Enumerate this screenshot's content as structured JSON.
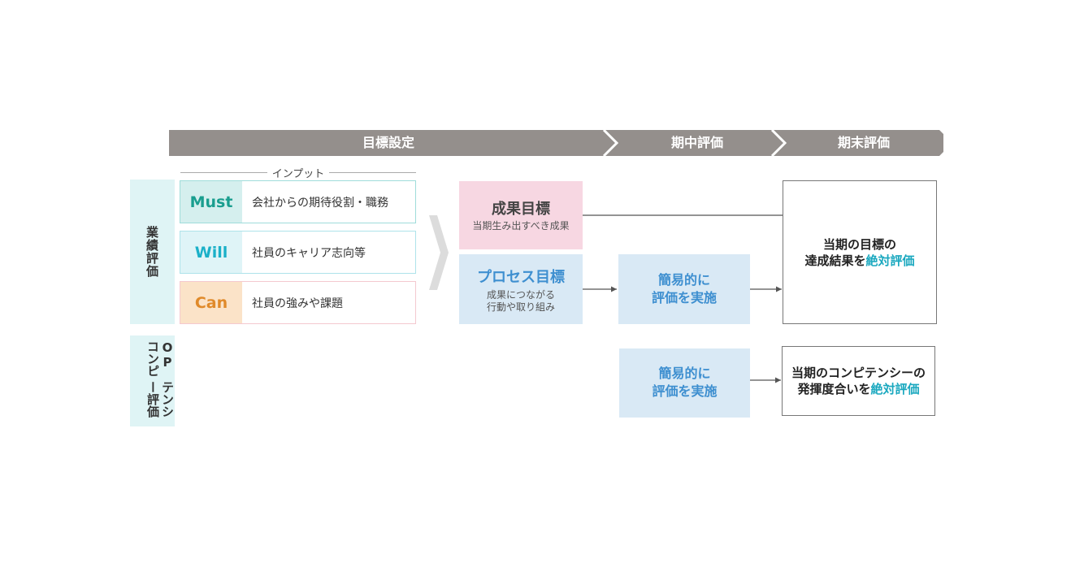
{
  "phases": [
    "目標設定",
    "期中評価",
    "期末評価"
  ],
  "sections": {
    "performance": "業績評価",
    "competency_line1": "OPコンピ",
    "competency_line2": "テンシー評価"
  },
  "input": {
    "caption": "インプット",
    "rows": [
      {
        "key": "Must",
        "desc": "会社からの期待役割・職務",
        "key_color": "#1a9e8f",
        "key_bg": "#d5efee",
        "border": "#9fdcda"
      },
      {
        "key": "Will",
        "desc": "社員のキャリア志向等",
        "key_color": "#1ab0c8",
        "key_bg": "#dff4f7",
        "border": "#aee3ea"
      },
      {
        "key": "Can",
        "desc": "社員の強みや課題",
        "key_color": "#e08a2a",
        "key_bg": "#fbe3c8",
        "border": "#f4c9cf"
      }
    ]
  },
  "goals": {
    "result": {
      "title": "成果目標",
      "sub": "当期生み出すべき成果"
    },
    "process": {
      "title": "プロセス目標",
      "sub1": "成果につながる",
      "sub2": "行動や取り組み"
    }
  },
  "mid_eval": {
    "line1": "簡易的に",
    "line2": "評価を実施"
  },
  "final": {
    "performance": {
      "line1": "当期の目標の",
      "line2_prefix": "達成結果を",
      "line2_highlight": "絶対評価"
    },
    "competency": {
      "line1": "当期のコンピテンシーの",
      "line2_prefix": "発揮度合いを",
      "line2_highlight": "絶対評価"
    }
  },
  "colors": {
    "phase_bar": "#948f8c",
    "arrow": "#dcdcdc",
    "connector": "#555555",
    "highlight": "#1aa8bf",
    "pink": "#f7d7e2",
    "blue": "#d9e9f5"
  }
}
